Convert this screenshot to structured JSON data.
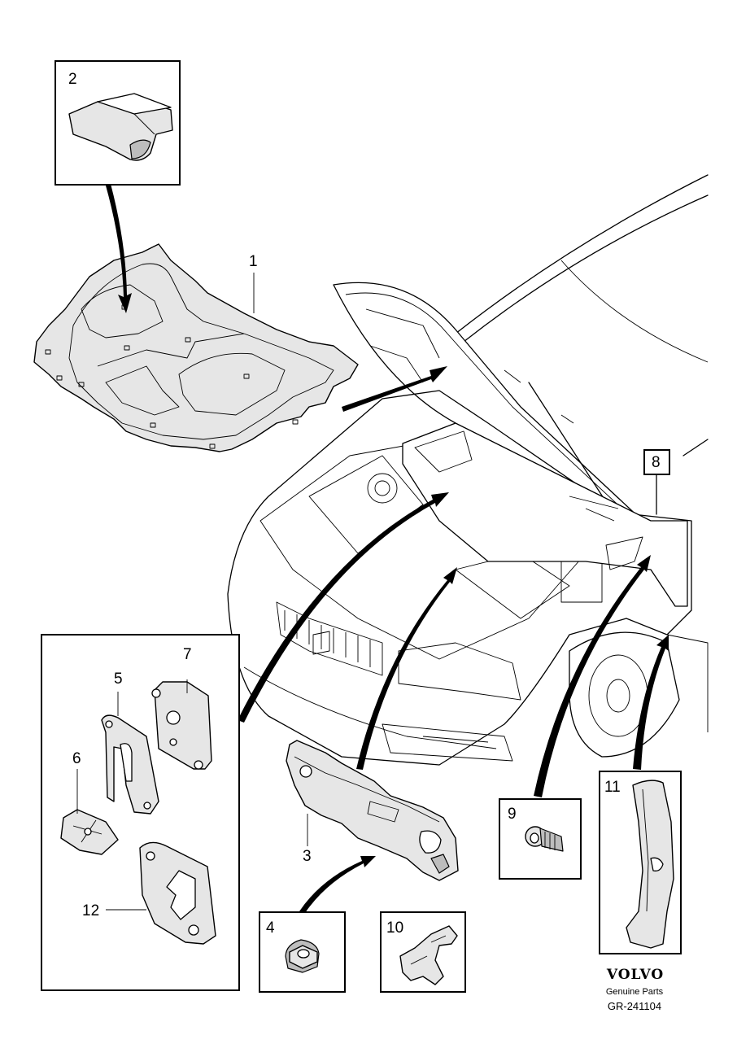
{
  "diagram": {
    "callouts": {
      "c1": "1",
      "c2": "2",
      "c3": "3",
      "c4": "4",
      "c5": "5",
      "c6": "6",
      "c7": "7",
      "c8": "8",
      "c9": "9",
      "c10": "10",
      "c11": "11",
      "c12": "12"
    }
  },
  "footer": {
    "brand": "VOLVO",
    "subtitle": "Genuine Parts",
    "reference": "GR-241104"
  }
}
